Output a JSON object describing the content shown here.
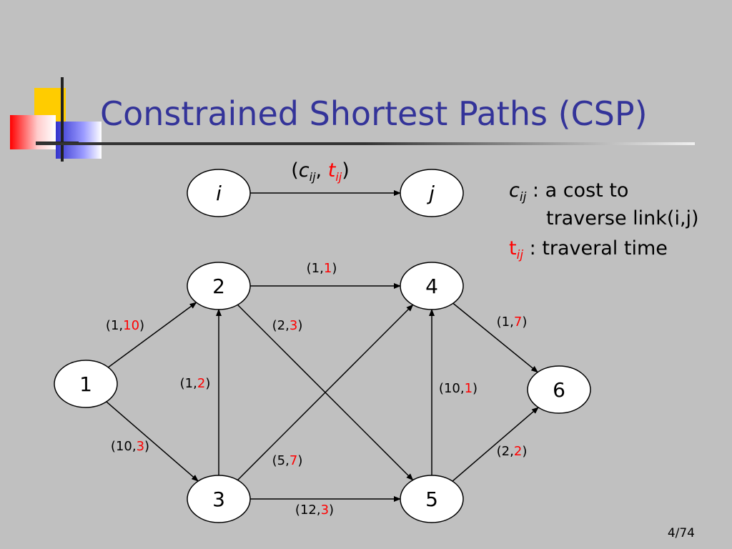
{
  "slide": {
    "title": "Constrained Shortest Paths (CSP)",
    "page_number": "4/74"
  },
  "example_link": {
    "from": "i",
    "to": "j",
    "label_cost": "c",
    "label_time": "t",
    "subscript": "ij"
  },
  "legend": {
    "cost_symbol": "c",
    "cost_sub": "ij",
    "cost_text_1": ": a cost to",
    "cost_text_2": "traverse link(i,j)",
    "time_symbol": "t",
    "time_sub": "ij",
    "time_text": ": traveral time"
  },
  "graph": {
    "nodes": [
      "1",
      "2",
      "3",
      "4",
      "5",
      "6"
    ],
    "edges": [
      {
        "from": "1",
        "to": "2",
        "cost": "1",
        "time": "10"
      },
      {
        "from": "1",
        "to": "3",
        "cost": "10",
        "time": "3"
      },
      {
        "from": "3",
        "to": "2",
        "cost": "1",
        "time": "2"
      },
      {
        "from": "2",
        "to": "4",
        "cost": "1",
        "time": "1"
      },
      {
        "from": "2",
        "to": "5",
        "cost": "2",
        "time": "3"
      },
      {
        "from": "3",
        "to": "4",
        "cost": "5",
        "time": "7"
      },
      {
        "from": "3",
        "to": "5",
        "cost": "12",
        "time": "3"
      },
      {
        "from": "5",
        "to": "4",
        "cost": "10",
        "time": "1"
      },
      {
        "from": "4",
        "to": "6",
        "cost": "1",
        "time": "7"
      },
      {
        "from": "5",
        "to": "6",
        "cost": "2",
        "time": "2"
      }
    ]
  },
  "colors": {
    "title": "#333399",
    "time_value": "#ff0000",
    "background": "#c0c0c0"
  }
}
